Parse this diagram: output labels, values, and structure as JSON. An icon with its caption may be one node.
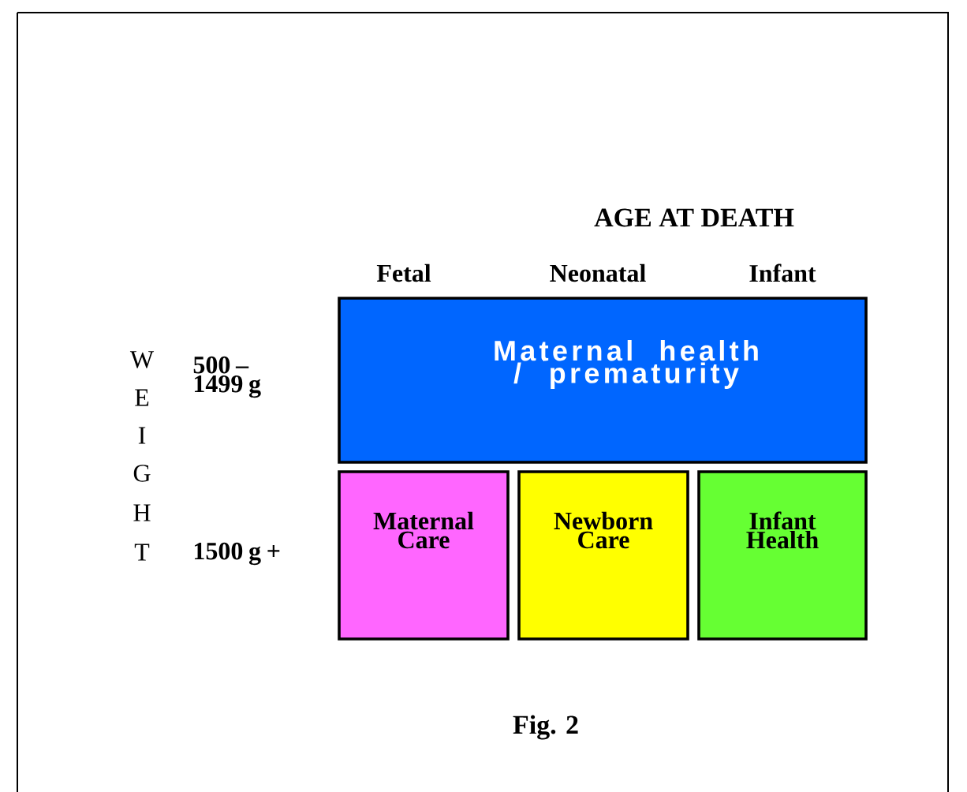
{
  "diagram": {
    "title": "AGE AT DEATH",
    "caption": "Fig. 2",
    "nodes": [
      {
        "text": [
          "Maternal health / prematurity"
        ]
      },
      {
        "text": [
          "Maternal Care"
        ]
      },
      {
        "text": [
          "Newborn Care"
        ]
      },
      {
        "text": [
          "Infant Health"
        ]
      }
    ],
    "labels": [
      "Fetal",
      "Neonatal",
      "Infant",
      "W",
      "500 – 1499 g",
      "E",
      "I",
      "G",
      "H",
      "T",
      "1500 g +"
    ]
  }
}
